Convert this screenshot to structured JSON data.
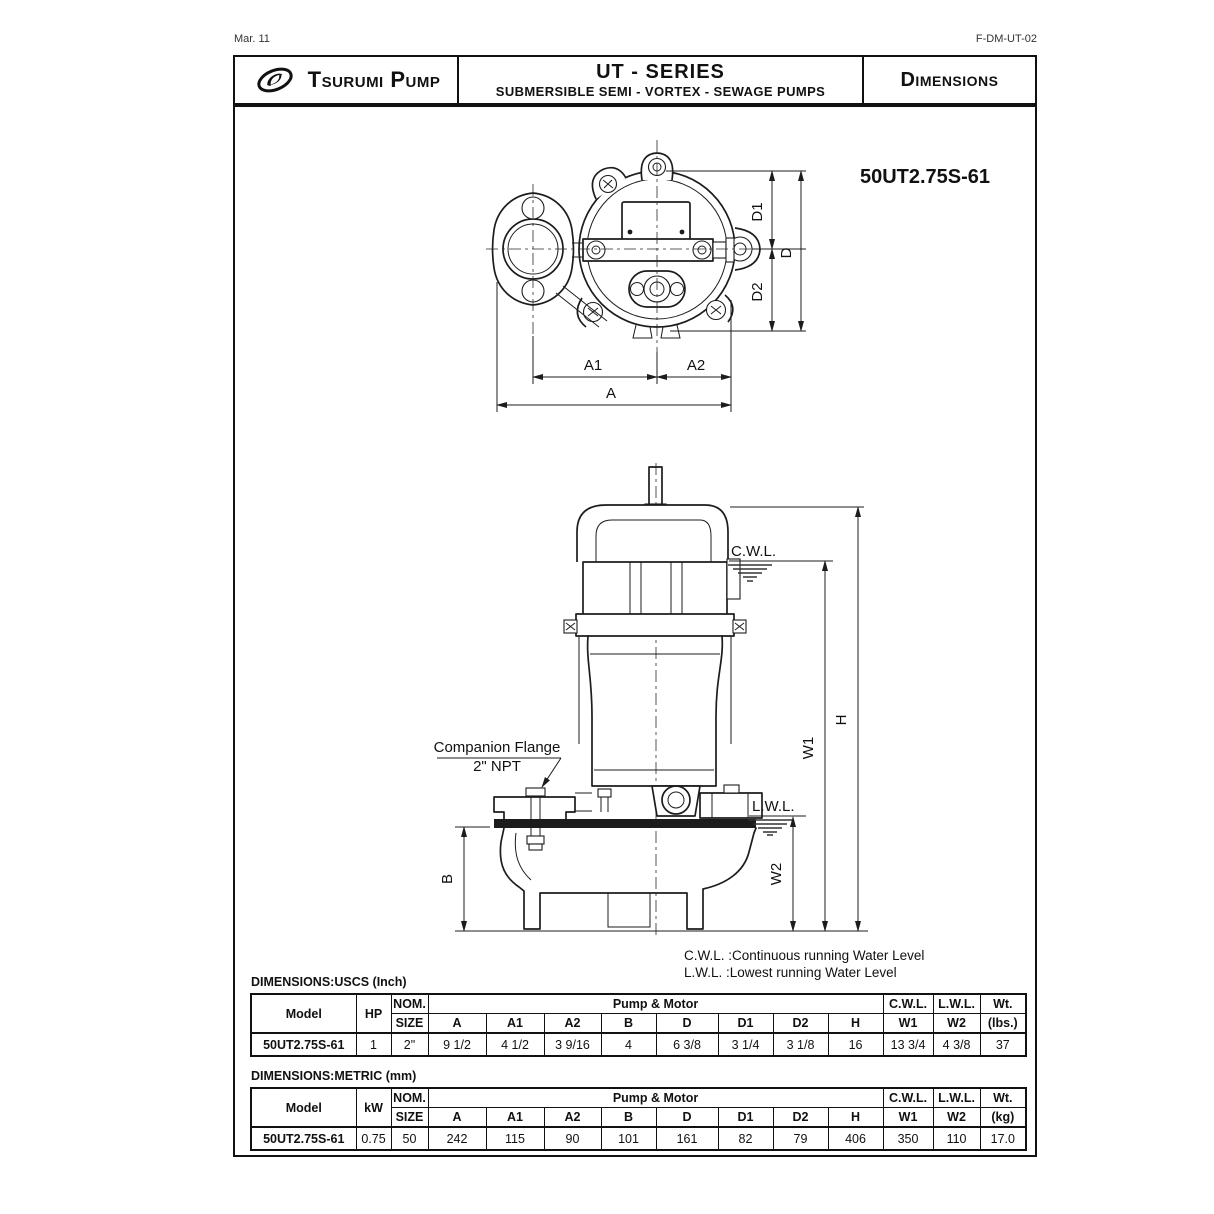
{
  "page": {
    "date_note": "Mar. 11",
    "doc_number": "F-DM-UT-02"
  },
  "title_block": {
    "brand": "Tsurumi Pump",
    "series": "UT - SERIES",
    "series_subtitle": "SUBMERSIBLE SEMI - VORTEX - SEWAGE PUMPS",
    "sheet_title": "Dimensions"
  },
  "drawing": {
    "model": "50UT2.75S-61",
    "cwl_abbr": "C.W.L.",
    "lwl_abbr": "L.W.L.",
    "flange_note_line1": "Companion Flange",
    "flange_note_line2": "2\" NPT",
    "dim_labels": {
      "d1": "D1",
      "d": "D",
      "d2": "D2",
      "a1": "A1",
      "a2": "A2",
      "a": "A",
      "b": "B",
      "w1": "W1",
      "w2": "W2",
      "h": "H"
    }
  },
  "legend": {
    "cwl": "C.W.L. :Continuous running Water Level",
    "lwl": "L.W.L. :Lowest running Water Level"
  },
  "tables": {
    "uscs": {
      "caption": "DIMENSIONS:USCS (Inch)",
      "headers": {
        "model": "Model",
        "power": "HP",
        "nom": "NOM.",
        "size": "SIZE",
        "group": "Pump & Motor",
        "dims": [
          "A",
          "A1",
          "A2",
          "B",
          "D",
          "D1",
          "D2",
          "H"
        ],
        "cwl": "C.W.L.",
        "w1": "W1",
        "lwl": "L.W.L.",
        "w2": "W2",
        "wt": "Wt.",
        "wt_unit": "(lbs.)"
      },
      "row": {
        "model": "50UT2.75S-61",
        "power": "1",
        "size": "2\"",
        "dims": [
          "9 1/2",
          "4 1/2",
          "3 9/16",
          "4",
          "6 3/8",
          "3 1/4",
          "3 1/8",
          "16"
        ],
        "w1": "13 3/4",
        "w2": "4 3/8",
        "wt": "37"
      }
    },
    "metric": {
      "caption": "DIMENSIONS:METRIC (mm)",
      "headers": {
        "model": "Model",
        "power": "kW",
        "nom": "NOM.",
        "size": "SIZE",
        "group": "Pump & Motor",
        "dims": [
          "A",
          "A1",
          "A2",
          "B",
          "D",
          "D1",
          "D2",
          "H"
        ],
        "cwl": "C.W.L.",
        "w1": "W1",
        "lwl": "L.W.L.",
        "w2": "W2",
        "wt": "Wt.",
        "wt_unit": "(kg)"
      },
      "row": {
        "model": "50UT2.75S-61",
        "power": "0.75",
        "size": "50",
        "dims": [
          "242",
          "115",
          "90",
          "101",
          "161",
          "82",
          "79",
          "406"
        ],
        "w1": "350",
        "w2": "110",
        "wt": "17.0"
      }
    }
  }
}
